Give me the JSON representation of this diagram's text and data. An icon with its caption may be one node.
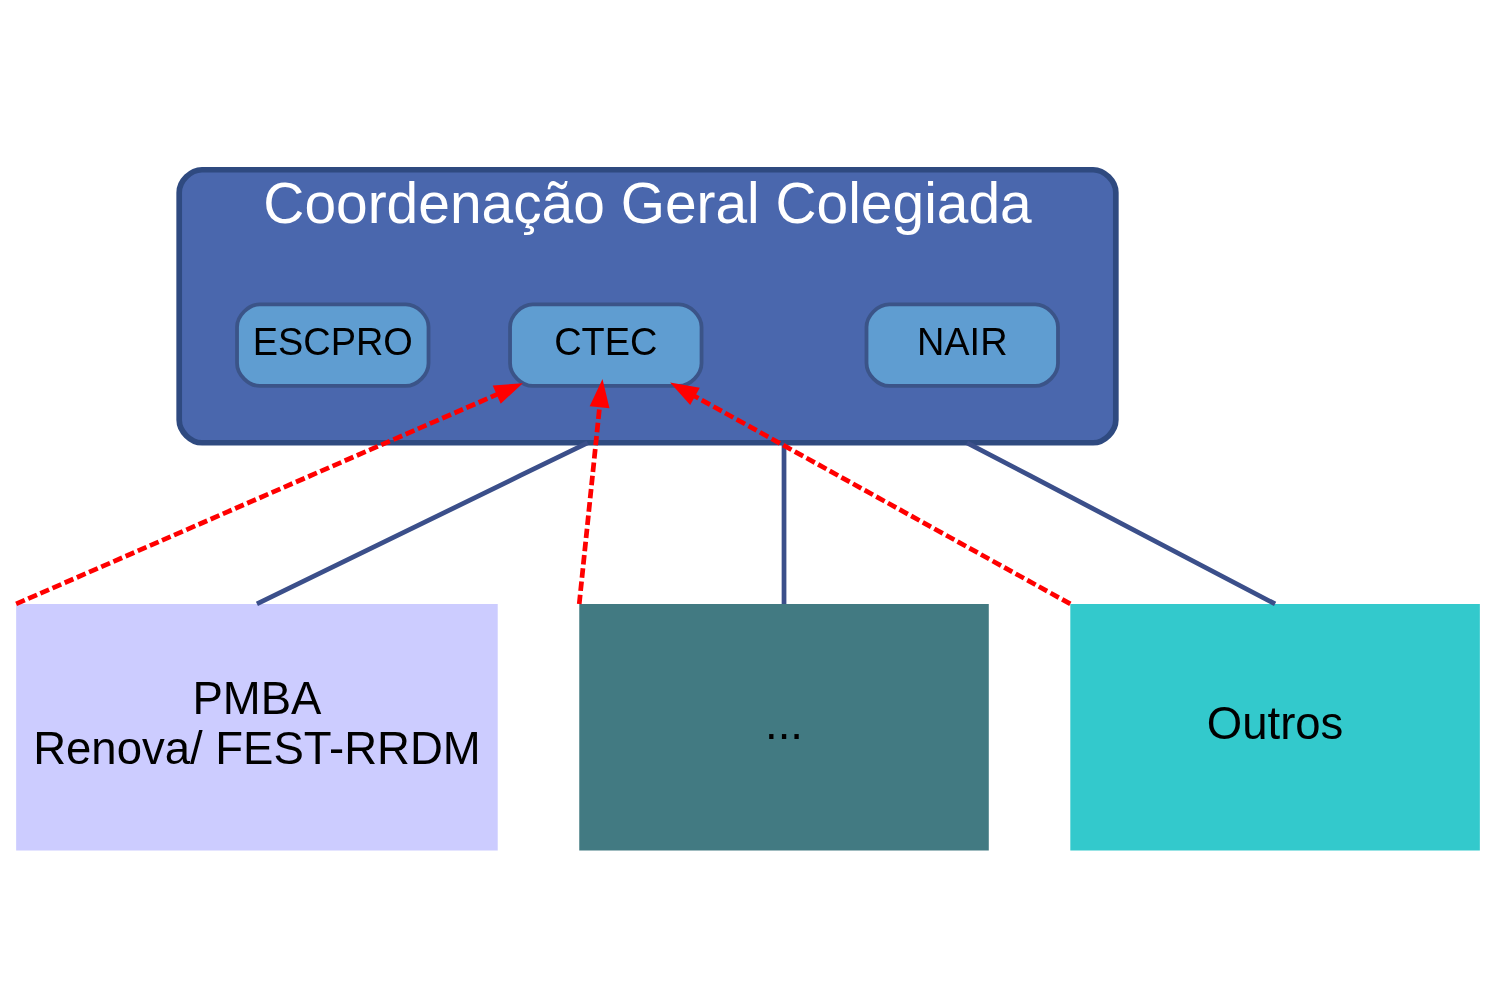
{
  "diagram": {
    "nodes": [
      {
        "text": [
          "Coordenação Geral Colegiada"
        ]
      },
      {
        "text": [
          "ESCPRO"
        ],
        "in": 0
      },
      {
        "text": [
          "CTEC"
        ],
        "in": 0
      },
      {
        "text": [
          "NAIR"
        ],
        "in": 0
      },
      {
        "text": [
          "PMBA",
          "Renova/ FEST-RRDM"
        ]
      },
      {
        "text": [
          "..."
        ]
      },
      {
        "text": [
          "Outros"
        ]
      }
    ],
    "edges": [
      {
        "from": 0,
        "to": 4,
        "arrow": "none",
        "color": "#3b4f8a"
      },
      {
        "from": 0,
        "to": 5,
        "arrow": "none",
        "color": "#3b4f8a"
      },
      {
        "from": 0,
        "to": 6,
        "arrow": "none",
        "color": "#3b4f8a"
      },
      {
        "from": 4,
        "to": 2,
        "arrow": "to",
        "style": "dashed",
        "color": "#ff0000"
      },
      {
        "from": 5,
        "to": 2,
        "arrow": "to",
        "style": "dashed",
        "color": "#ff0000"
      },
      {
        "from": 6,
        "to": 2,
        "arrow": "to",
        "style": "dashed",
        "color": "#ff0000"
      }
    ]
  }
}
